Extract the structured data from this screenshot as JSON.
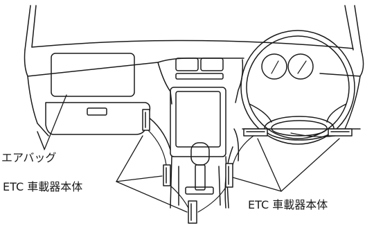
{
  "labels": {
    "airbag": "エアバッグ",
    "etc_left": "ETC 車載器本体",
    "etc_right": "ETC 車載器本体"
  }
}
